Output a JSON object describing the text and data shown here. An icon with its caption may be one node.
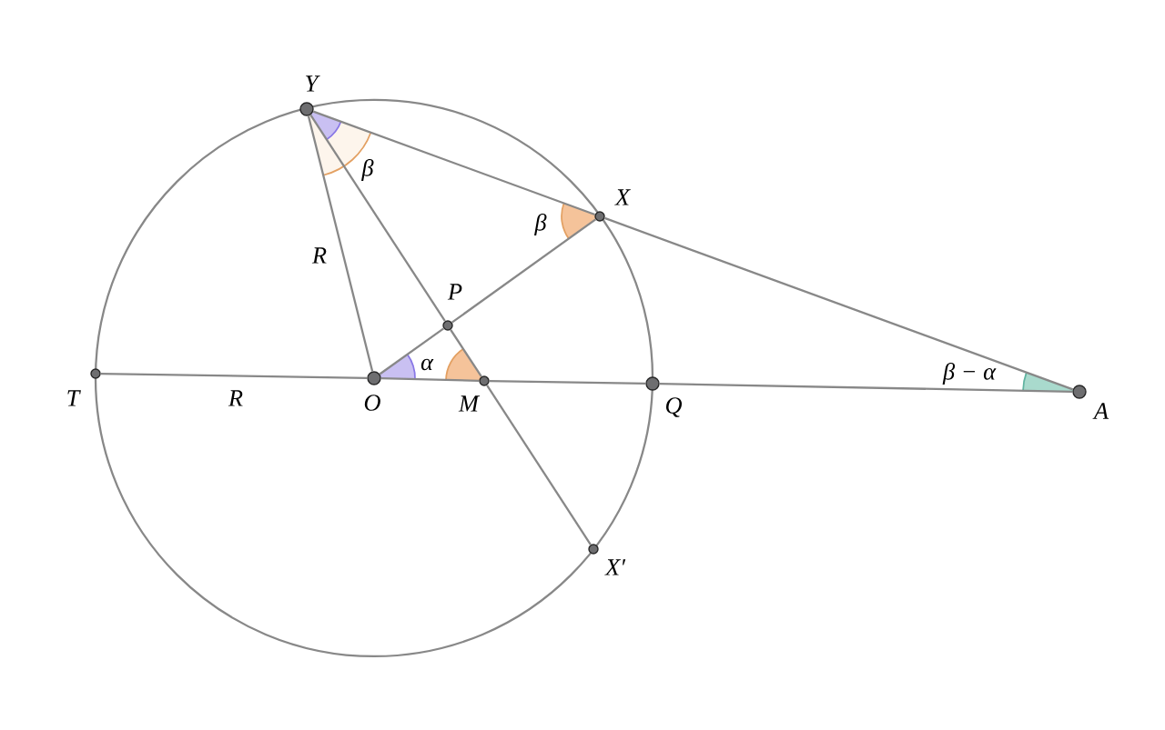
{
  "diagram": {
    "nodes": [
      {
        "text": [],
        "shape": "circle",
        "beside": [
          "Y"
        ]
      },
      {
        "text": [],
        "shape": "circle",
        "beside": [
          "X"
        ]
      },
      {
        "text": [],
        "shape": "circle",
        "beside": [
          "P"
        ]
      },
      {
        "text": [],
        "shape": "circle",
        "beside": [
          "T"
        ]
      },
      {
        "text": [],
        "shape": "circle",
        "beside": [
          "O"
        ]
      },
      {
        "text": [],
        "shape": "circle",
        "beside": [
          "M"
        ]
      },
      {
        "text": [],
        "shape": "circle",
        "beside": [
          "Q"
        ]
      },
      {
        "text": [],
        "shape": "circle",
        "beside": [
          "A"
        ]
      },
      {
        "text": [],
        "shape": "circle",
        "beside": [
          "X′"
        ]
      }
    ],
    "edges": [
      {
        "from": 0,
        "to": 1,
        "arrow": "none"
      },
      {
        "from": 1,
        "to": 7,
        "arrow": "none"
      },
      {
        "from": 0,
        "to": 4,
        "arrow": "none",
        "label": "R"
      },
      {
        "from": 0,
        "to": 2,
        "arrow": "none"
      },
      {
        "from": 2,
        "to": 5,
        "arrow": "none"
      },
      {
        "from": 5,
        "to": 8,
        "arrow": "none"
      },
      {
        "from": 4,
        "to": 2,
        "arrow": "none"
      },
      {
        "from": 2,
        "to": 1,
        "arrow": "none"
      },
      {
        "from": 3,
        "to": 4,
        "arrow": "none",
        "label": "R"
      },
      {
        "from": 4,
        "to": 5,
        "arrow": "none"
      },
      {
        "from": 5,
        "to": 6,
        "arrow": "none"
      },
      {
        "from": 6,
        "to": 7,
        "arrow": "none"
      }
    ],
    "labels": [
      "β",
      "β",
      "α",
      "β − α"
    ]
  }
}
